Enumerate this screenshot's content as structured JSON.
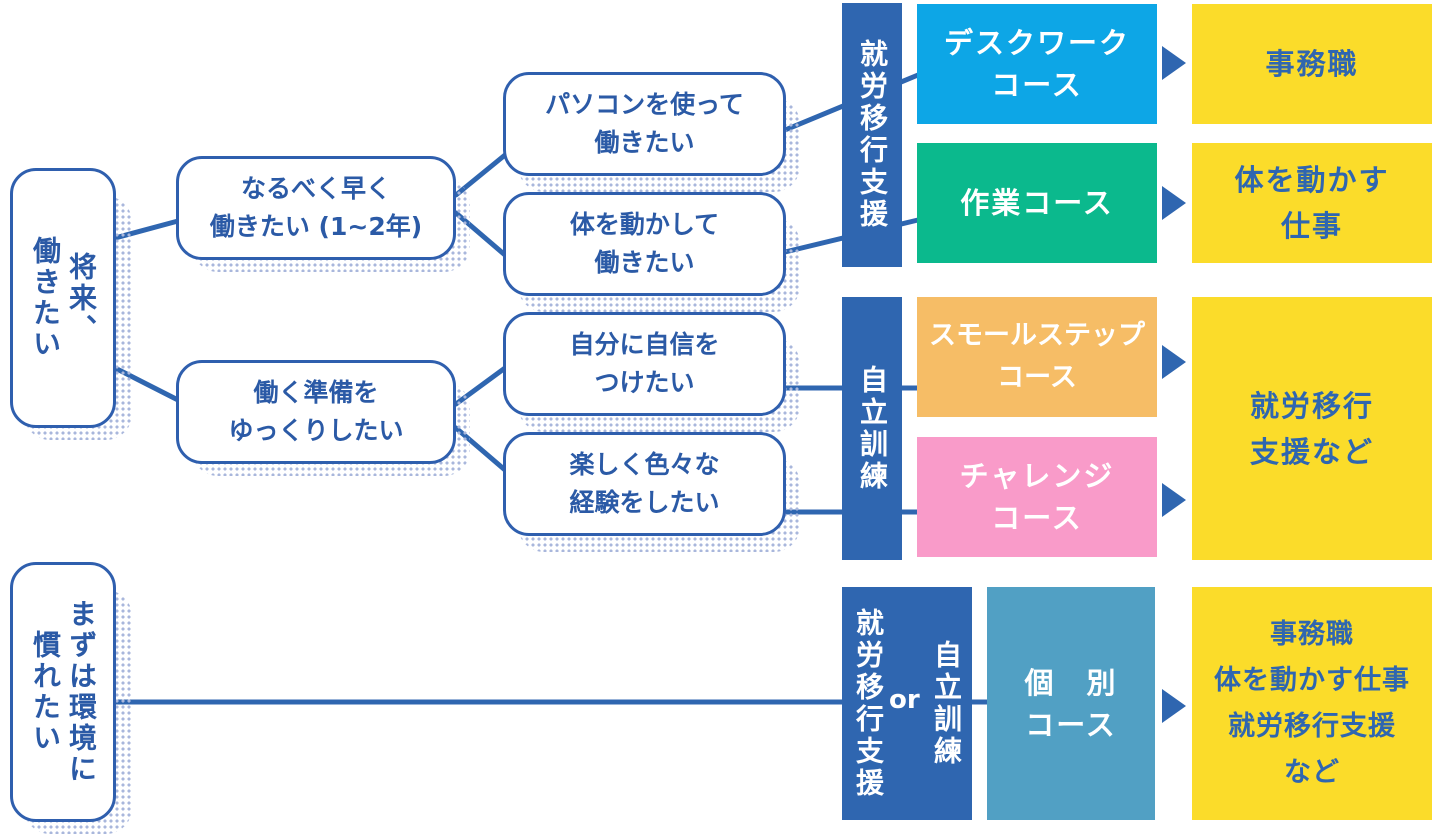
{
  "diagram": {
    "start": [
      {
        "label": "将来、\n働きたい"
      },
      {
        "label": "まずは環境に\n慣れたい"
      }
    ],
    "level2": [
      {
        "label": "なるべく早く\n働きたい (1~2年)"
      },
      {
        "label": "働く準備を\nゆっくりしたい"
      }
    ],
    "level3": [
      {
        "label": "パソコンを使って\n働きたい"
      },
      {
        "label": "体を動かして\n働きたい"
      },
      {
        "label": "自分に自信を\nつけたい"
      },
      {
        "label": "楽しく色々な\n経験をしたい"
      }
    ],
    "programs": {
      "employment_support": "就労移行支援",
      "independence_training": "自立訓練",
      "or_label": "or"
    },
    "courses": [
      {
        "label": "デスクワーク\nコース",
        "color": "#0da6e6"
      },
      {
        "label": "作業コース",
        "color": "#0bb98d"
      },
      {
        "label": "スモールステップ\nコース",
        "color": "#f6bd66"
      },
      {
        "label": "チャレンジ\nコース",
        "color": "#f99bc9"
      },
      {
        "label": "個　別\nコース",
        "color": "#51a0c4"
      }
    ],
    "results": [
      {
        "label": "事務職"
      },
      {
        "label": "体を動かす\n仕事"
      },
      {
        "label": "就労移行\n支援など"
      },
      {
        "label": "事務職\n体を動かす仕事\n就労移行支援\nなど"
      }
    ],
    "colors": {
      "primary_blue": "#2f66b0",
      "result_yellow": "#fbdc2a"
    }
  }
}
